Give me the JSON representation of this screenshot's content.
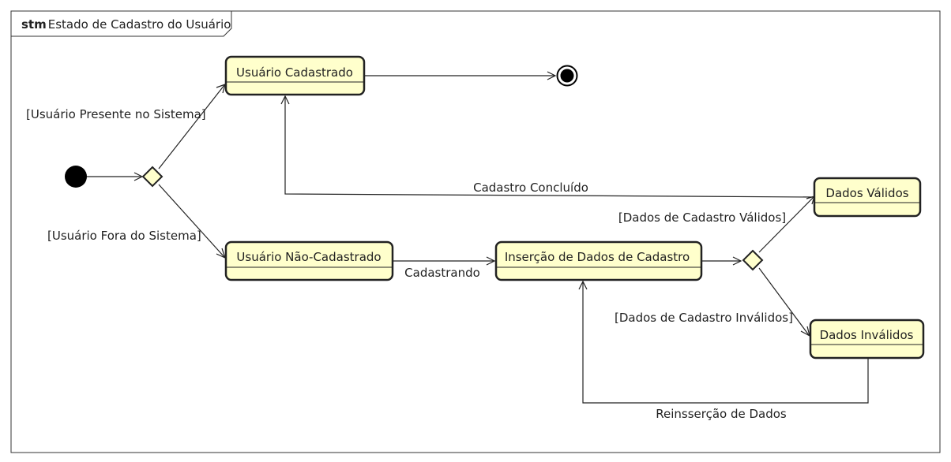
{
  "frame": {
    "keyword": "stm",
    "title": "Estado de Cadastro do Usuário"
  },
  "states": {
    "cadastrado": "Usuário Cadastrado",
    "nao_cadastrado": "Usuário Não-Cadastrado",
    "insercao": "Inserção de Dados de Cadastro",
    "validos": "Dados Válidos",
    "invalidos": "Dados Inválidos"
  },
  "transitions": {
    "presente": "[Usuário Presente no Sistema]",
    "fora": "[Usuário Fora do Sistema]",
    "concluido": "Cadastro Concluído",
    "cadastrando": "Cadastrando",
    "dados_validos": "[Dados de Cadastro Válidos]",
    "dados_invalidos": "[Dados de Cadastro Inválidos]",
    "reinsercao": "Reinsserção de Dados"
  },
  "colors": {
    "state_fill": "#ffffcc",
    "stroke": "#222222"
  }
}
